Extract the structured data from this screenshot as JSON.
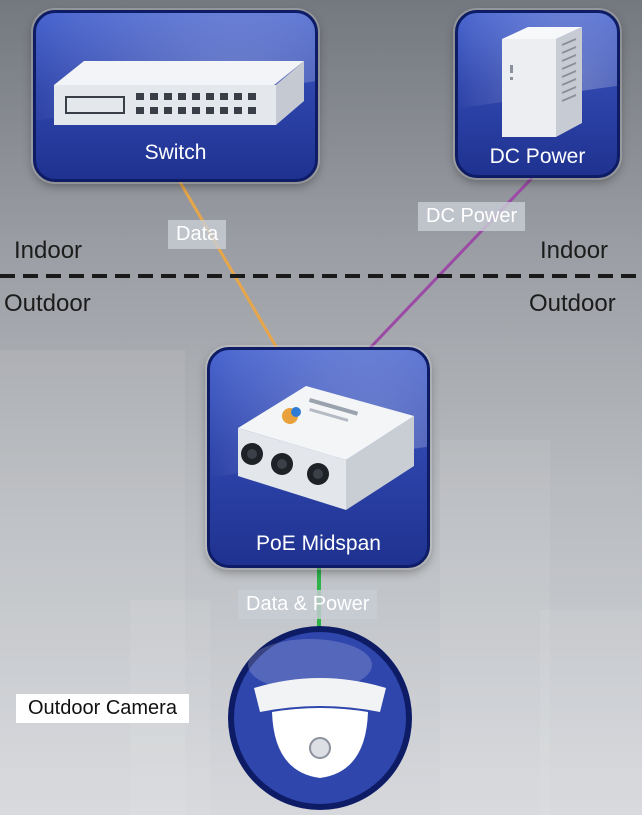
{
  "nodes": {
    "switch": "Switch",
    "dc_power": "DC Power",
    "midspan": "PoE Midspan",
    "camera": "Outdoor Camera"
  },
  "links": {
    "data": "Data",
    "dc_power": "DC Power",
    "data_power": "Data & Power"
  },
  "zones": {
    "indoor_left": "Indoor",
    "indoor_right": "Indoor",
    "outdoor_left": "Outdoor",
    "outdoor_right": "Outdoor"
  },
  "colors": {
    "data_line": "#e8a64a",
    "power_line": "#9b4aa6",
    "data_power_line": "#2db34a",
    "tile_blue": "#2f46ad"
  }
}
